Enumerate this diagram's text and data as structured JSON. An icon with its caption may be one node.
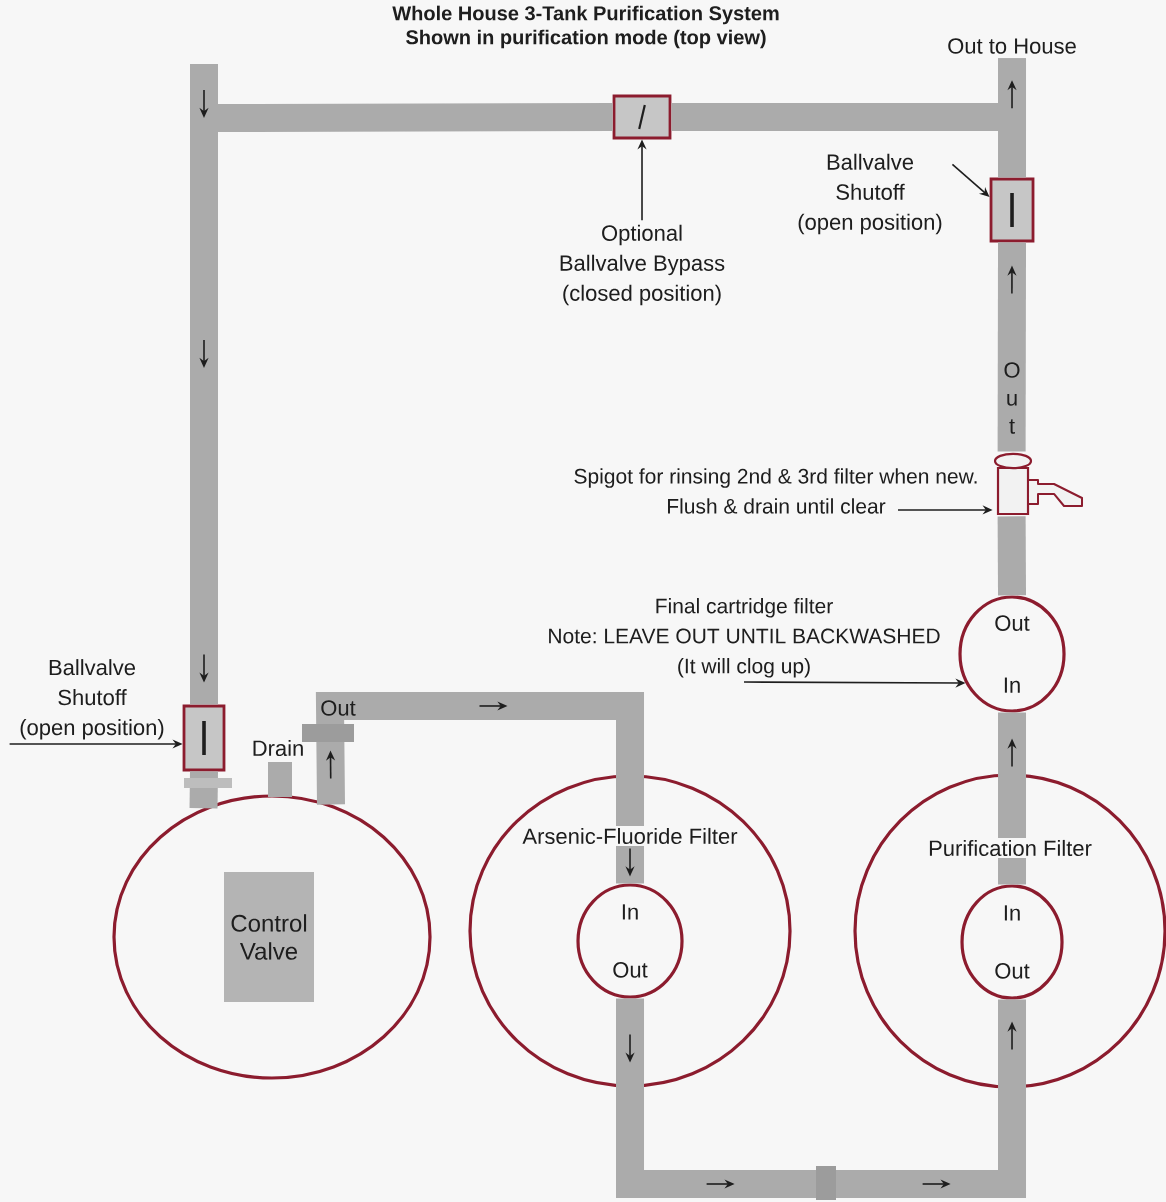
{
  "diagram": {
    "title": "Whole House 3-Tank Purification System",
    "nodes": [
      {
        "text": [
          "Out to House"
        ]
      },
      {
        "text": [],
        "shape": "box"
      },
      {
        "text": [
          "Ballvalve Shutoff",
          "(open position)"
        ]
      },
      {
        "text": [],
        "shape": "box"
      },
      {
        "text": [
          "Optional Ballvalve Bypass",
          "(closed position)"
        ]
      },
      {
        "text": [
          "Spigot for rinsing 2nd & 3rd filter when new. Flush & drain until clear"
        ]
      },
      {
        "text": [],
        "shape": "picture"
      },
      {
        "text": [
          "Final cartridge filter",
          "Note: LEAVE OUT UNTIL BACKWASHED (It will clog up)"
        ]
      },
      {
        "text": [
          "Out",
          "In"
        ]
      },
      {
        "text": [
          "Ballvalve Shutoff",
          "(open position)"
        ]
      },
      {
        "text": [],
        "shape": "box"
      },
      {
        "text": [],
        "shape": "circle"
      },
      {
        "text": [
          "Control Valve"
        ],
        "in": 11
      },
      {
        "text": [
          "Arsenic-Fluoride Filter"
        ]
      },
      {
        "text": [
          "In",
          "Out"
        ],
        "in": 13
      },
      {
        "text": [
          "Purification Filter"
        ]
      },
      {
        "text": [
          "In",
          "Out"
        ],
        "in": 15
      }
    ],
    "edges": [
      {
        "from": null,
        "to": 1,
        "arrow": "none"
      },
      {
        "from": 1,
        "to": 0,
        "arrow": "none"
      },
      {
        "from": null,
        "to": 10,
        "arrow": "to"
      },
      {
        "from": 10,
        "to": 11,
        "arrow": "none"
      },
      {
        "from": 11,
        "to": 14,
        "arrow": "to"
      },
      {
        "from": 14,
        "to": 16,
        "arrow": "to"
      },
      {
        "from": 16,
        "to": 8,
        "arrow": "to"
      },
      {
        "from": 8,
        "to": 6,
        "arrow": "none"
      },
      {
        "from": 6,
        "to": 3,
        "arrow": "to"
      },
      {
        "from": 3,
        "to": 0,
        "arrow": "to"
      },
      {
        "from": 2,
        "to": 3,
        "arrow": "to",
        "color": "#1e1e1e"
      },
      {
        "from": 4,
        "to": 1,
        "arrow": "to",
        "color": "#1e1e1e"
      },
      {
        "from": 5,
        "to": 6,
        "arrow": "to",
        "color": "#1e1e1e"
      },
      {
        "from": 7,
        "to": 8,
        "arrow": "to",
        "color": "#1e1e1e"
      },
      {
        "from": 9,
        "to": 10,
        "arrow": "to",
        "color": "#1e1e1e"
      }
    ],
    "labels": [
      "Shown in purification mode (top view)",
      "Out",
      "Out",
      "Drain"
    ]
  }
}
